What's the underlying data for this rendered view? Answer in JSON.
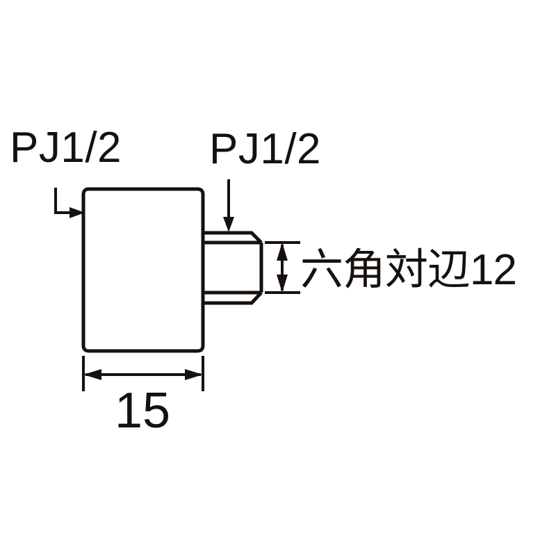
{
  "drawing": {
    "type": "mechanical-dimension-drawing",
    "background_color": "#ffffff",
    "line_color": "#17110d",
    "text_color": "#17110d",
    "labels": {
      "thread_left": "PJ1/2",
      "thread_right": "PJ1/2",
      "hex_across_flats": "六角対辺12",
      "body_width": "15"
    },
    "dimensions": {
      "body_width_value": "15",
      "hex_across_flats_value": "12",
      "thread_spec": "PJ1/2"
    },
    "parts": {
      "body_name": "valve-body",
      "hex_name": "hex-nut-section",
      "thread_name": "threaded-spigot"
    }
  }
}
